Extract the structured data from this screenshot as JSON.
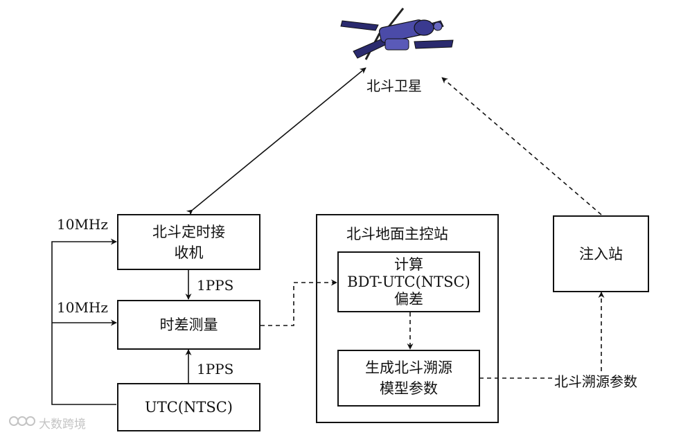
{
  "satellite": {
    "label": "北斗卫星"
  },
  "receiver": {
    "line1": "北斗定时接",
    "line2": "收机"
  },
  "measure": {
    "label": "时差测量"
  },
  "utc": {
    "label": "UTC(NTSC)"
  },
  "master_station": {
    "title": "北斗地面主控站"
  },
  "compute": {
    "line1": "计算",
    "line2": "BDT-UTC(NTSC)",
    "line3": "偏差"
  },
  "model": {
    "line1": "生成北斗溯源",
    "line2": "模型参数"
  },
  "injection": {
    "label": "注入站"
  },
  "labels": {
    "tenmhz_top": "10MHz",
    "tenmhz_mid": "10MHz",
    "pps_top": "1PPS",
    "pps_bottom": "1PPS",
    "trace_params": "北斗溯源参数"
  },
  "watermark": {
    "text": "大数跨境"
  }
}
